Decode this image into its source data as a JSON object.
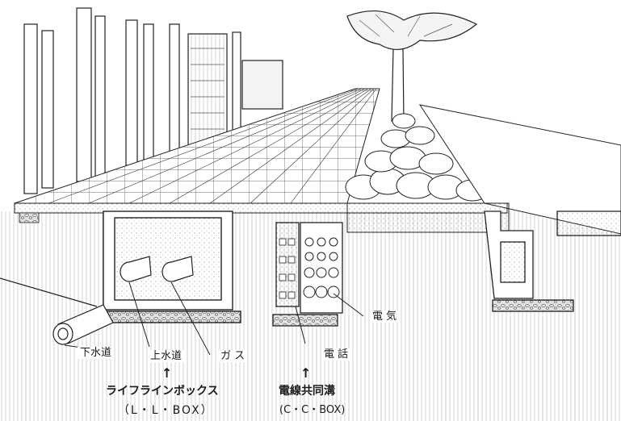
{
  "labels": {
    "gesuido": "下水道",
    "josuido": "上水道",
    "gas": "ガ ス",
    "denwa": "電 話",
    "denki": "電 気"
  },
  "captions": {
    "lifeline_box_jp": "ライフラインボックス",
    "lifeline_box_en": "（L・L・BOX）",
    "cc_box_jp": "電線共同溝",
    "cc_box_en": "(C・C・BOX)"
  },
  "arrows": {
    "up": "↑"
  },
  "colors": {
    "ink": "#1a1a1a",
    "paper": "#ffffff",
    "gravel": "#cfcfcf",
    "stipple": "#9a9a9a"
  }
}
